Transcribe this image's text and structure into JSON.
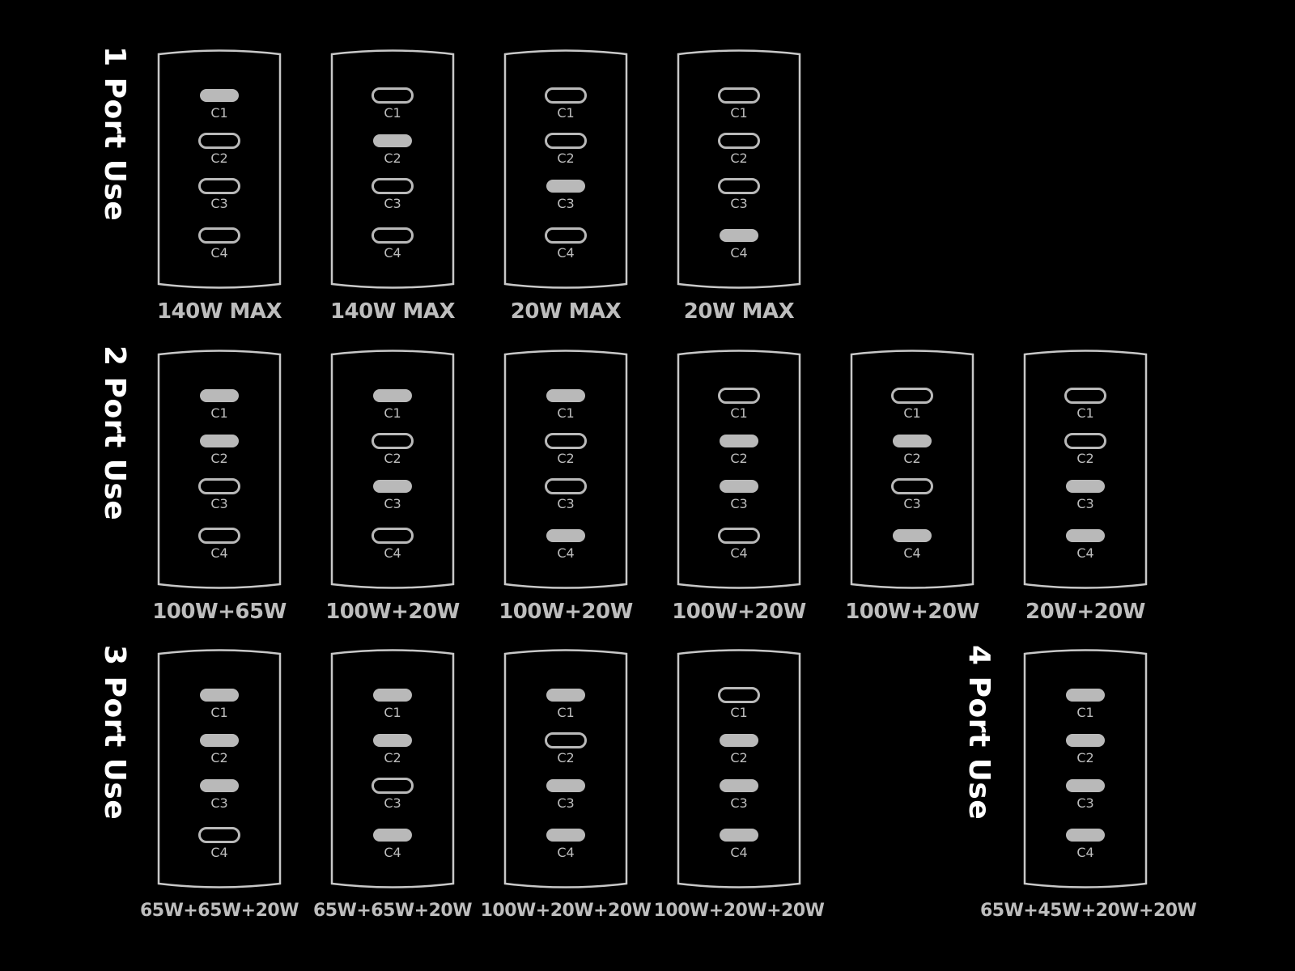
{
  "sections": {
    "one_port": "1 Port Use",
    "two_port": "2 Port Use",
    "three_port": "3 Port Use",
    "four_port": "4 Port Use"
  },
  "port_labels": [
    "C1",
    "C2",
    "C3",
    "C4"
  ],
  "colors": {
    "background": "#000000",
    "frame": "#c8c8c8",
    "port": "#b9b9b9",
    "title": "#ffffff"
  },
  "cards": [
    {
      "group": "one_port",
      "active": [
        true,
        false,
        false,
        false
      ],
      "caption": "140W MAX"
    },
    {
      "group": "one_port",
      "active": [
        false,
        true,
        false,
        false
      ],
      "caption": "140W MAX"
    },
    {
      "group": "one_port",
      "active": [
        false,
        false,
        true,
        false
      ],
      "caption": "20W MAX"
    },
    {
      "group": "one_port",
      "active": [
        false,
        false,
        false,
        true
      ],
      "caption": "20W MAX"
    },
    {
      "group": "two_port",
      "active": [
        true,
        true,
        false,
        false
      ],
      "caption": "100W+65W"
    },
    {
      "group": "two_port",
      "active": [
        true,
        false,
        true,
        false
      ],
      "caption": "100W+20W"
    },
    {
      "group": "two_port",
      "active": [
        true,
        false,
        false,
        true
      ],
      "caption": "100W+20W"
    },
    {
      "group": "two_port",
      "active": [
        false,
        true,
        true,
        false
      ],
      "caption": "100W+20W"
    },
    {
      "group": "two_port",
      "active": [
        false,
        true,
        false,
        true
      ],
      "caption": "100W+20W"
    },
    {
      "group": "two_port",
      "active": [
        false,
        false,
        true,
        true
      ],
      "caption": "20W+20W"
    },
    {
      "group": "three_port",
      "active": [
        true,
        true,
        true,
        false
      ],
      "caption": "65W+65W+20W"
    },
    {
      "group": "three_port",
      "active": [
        true,
        true,
        false,
        true
      ],
      "caption": "65W+65W+20W"
    },
    {
      "group": "three_port",
      "active": [
        true,
        false,
        true,
        true
      ],
      "caption": "100W+20W+20W"
    },
    {
      "group": "three_port",
      "active": [
        false,
        true,
        true,
        true
      ],
      "caption": "100W+20W+20W"
    },
    {
      "group": "four_port",
      "active": [
        true,
        true,
        true,
        true
      ],
      "caption": "65W+45W+20W+20W"
    }
  ]
}
